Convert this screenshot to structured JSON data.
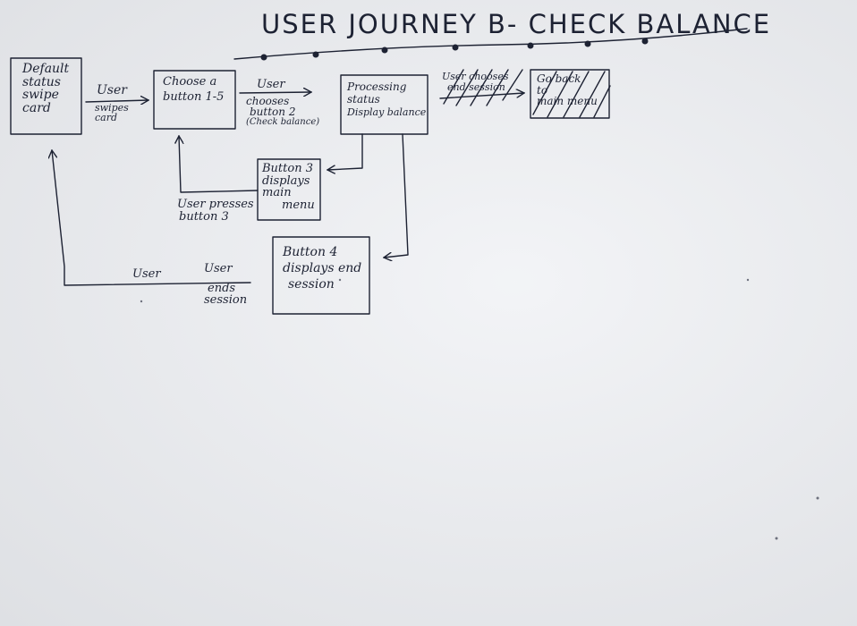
{
  "title": "USER JOURNEY B- CHECK BALANCE",
  "boxes": {
    "default": [
      "Default",
      "status",
      "swipe",
      "card"
    ],
    "choose": [
      "Choose a",
      "button 1-5"
    ],
    "processing": [
      "Processing",
      "status",
      "Display balance"
    ],
    "main_menu": [
      "Button 3",
      "displays",
      "main",
      "menu"
    ],
    "end_session": [
      "Button 4",
      "displays end",
      "session"
    ],
    "go_back": [
      "Go back",
      "to",
      "main menu"
    ]
  },
  "edges": {
    "swipes": [
      "User",
      "swipes",
      "card"
    ],
    "chooses": [
      "User",
      "chooses",
      "button 2",
      "(Check balance)"
    ],
    "presses": [
      "User presses",
      "button 3"
    ],
    "ends": [
      "User",
      "ends",
      "session"
    ],
    "user_left": "User",
    "crossed": [
      "User chooses",
      "end session"
    ]
  },
  "colors": {
    "board": "#eceef2",
    "ink": "#1d2233"
  }
}
